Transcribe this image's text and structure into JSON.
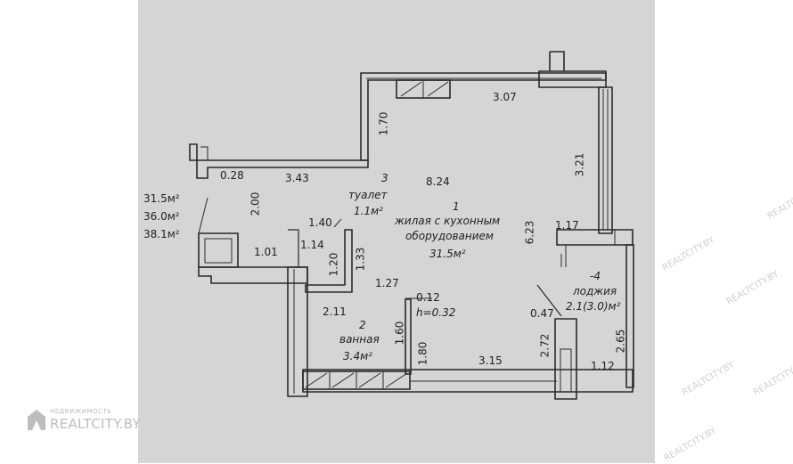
{
  "areas": {
    "living": "31.5м²",
    "total": "36.0м²",
    "total_with_loggia": "38.1м²"
  },
  "rooms": {
    "r1": {
      "number": "1",
      "name_line1": "жилая с кухонным",
      "name_line2": "оборудованием",
      "area": "31.5м²"
    },
    "r2": {
      "number": "2",
      "name": "ванная",
      "area": "3.4м²"
    },
    "r3": {
      "number": "3",
      "name": "туалет",
      "area": "1.1м²"
    },
    "r4": {
      "number": "-4",
      "name": "лоджия",
      "area": "2.1(3.0)м²"
    }
  },
  "height_label": "h=0.32",
  "dims": {
    "d_307": "3.07",
    "d_170": "1.70",
    "d_343": "3.43",
    "d_028": "0.28",
    "d_824": "8.24",
    "d_321": "3.21",
    "d_200": "2.00",
    "d_140": "1.40",
    "d_114": "1.14",
    "d_101": "1.01",
    "d_120": "1.20",
    "d_133": "1.33",
    "d_623": "6.23",
    "d_117": "1.17",
    "d_127": "1.27",
    "d_012": "0.12",
    "d_211": "2.11",
    "d_160": "1.60",
    "d_180": "1.80",
    "d_315": "3.15",
    "d_047": "0.47",
    "d_272": "2.72",
    "d_265": "2.65",
    "d_112": "1.12"
  },
  "watermark": {
    "brand": "REALTCITY.BY",
    "tagline": "НЕДВИЖИМОСТЬ"
  }
}
